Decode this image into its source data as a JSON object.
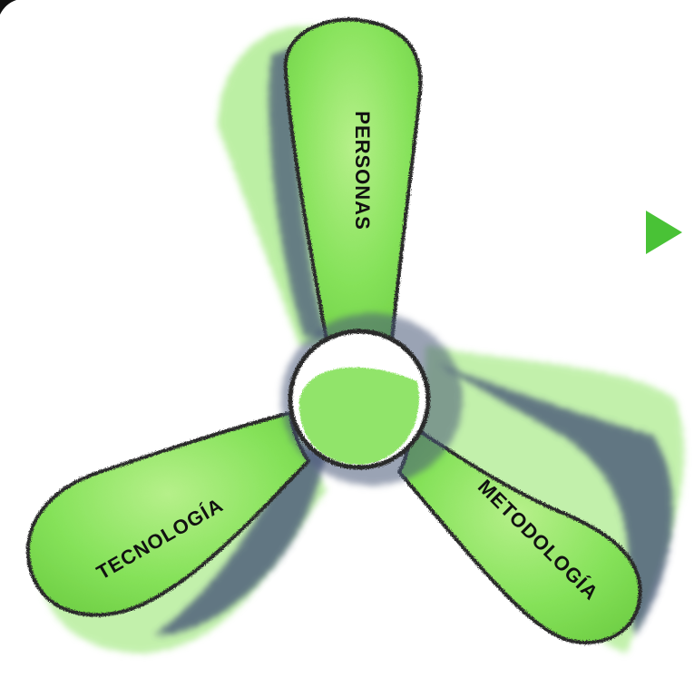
{
  "diagram": {
    "blades": [
      {
        "id": "personas",
        "label": "PERSONAS"
      },
      {
        "id": "metodologia",
        "label": "METODOLOGÍA"
      },
      {
        "id": "tecnologia",
        "label": "TECNOLOGÍA"
      }
    ],
    "colors": {
      "blade_fill": "#86e25a",
      "blade_fill_light": "#b6f08a",
      "shadow": "#4a5878",
      "outline": "#2a2a2a",
      "arrow": "#49c236",
      "label": "#111111"
    },
    "icons": {
      "arrow": "right-triangle-arrow-icon"
    }
  }
}
